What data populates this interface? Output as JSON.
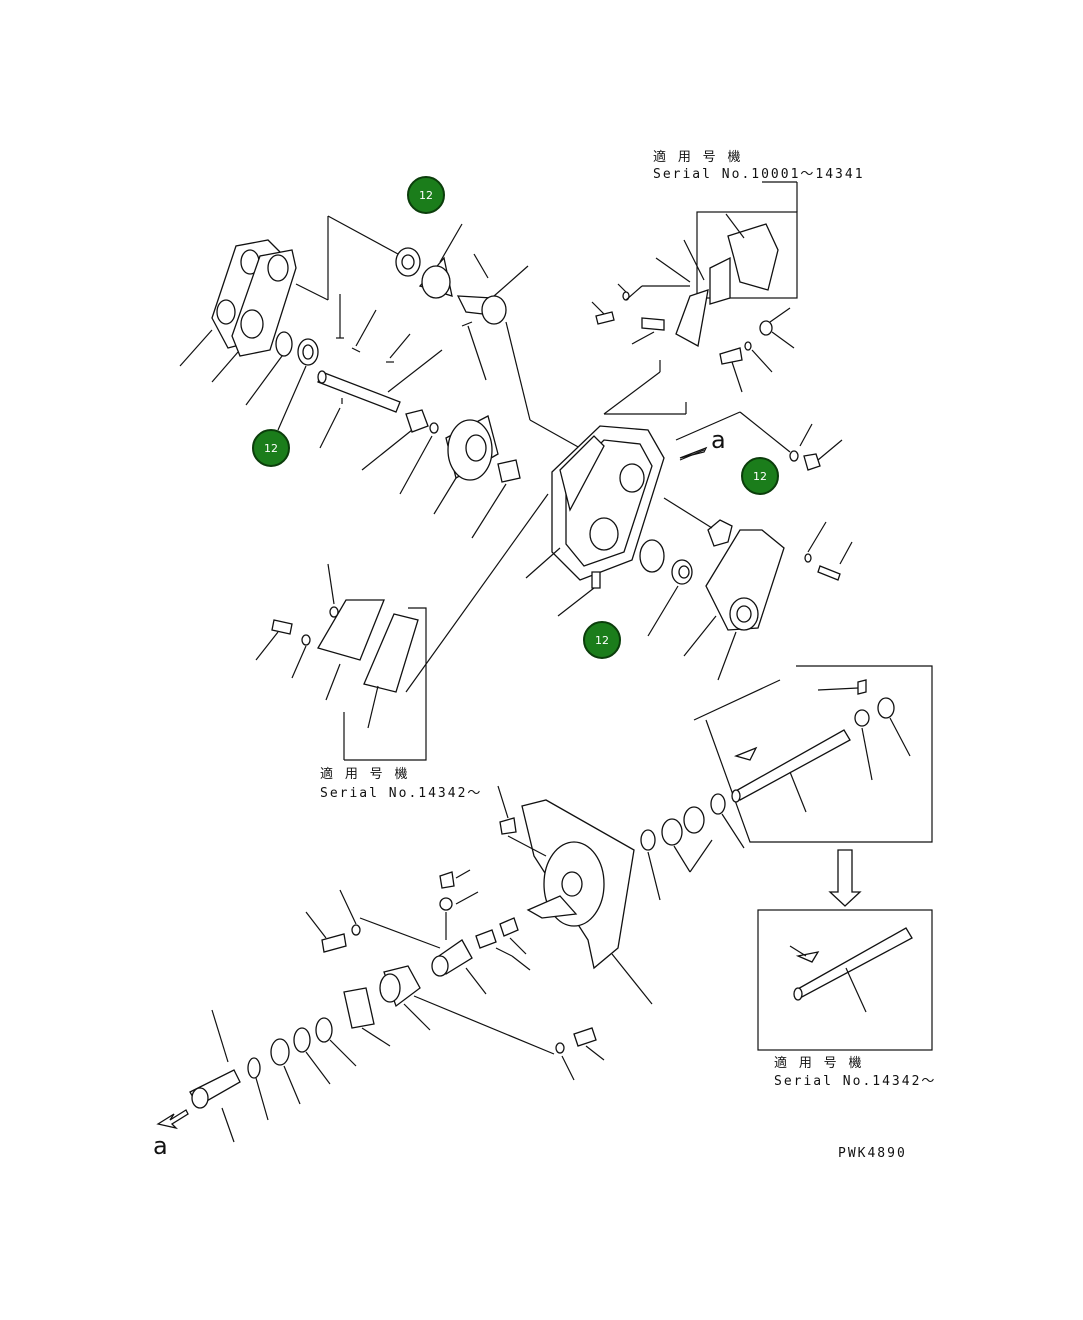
{
  "callouts": [
    {
      "label": "12"
    },
    {
      "label": "12"
    },
    {
      "label": "12"
    },
    {
      "label": "12"
    }
  ],
  "serial_notes": {
    "top_right": {
      "jp": "適 用 号 機",
      "en": "Serial No.10001～14341"
    },
    "mid_left": {
      "jp": "適 用 号 機",
      "en": "Serial No.14342～"
    },
    "bottom_right": {
      "jp": "適 用 号 機",
      "en": "Serial No.14342～"
    }
  },
  "view_arrows": {
    "upper": "a",
    "lower": "a"
  },
  "drawing_code": "PWK4890"
}
